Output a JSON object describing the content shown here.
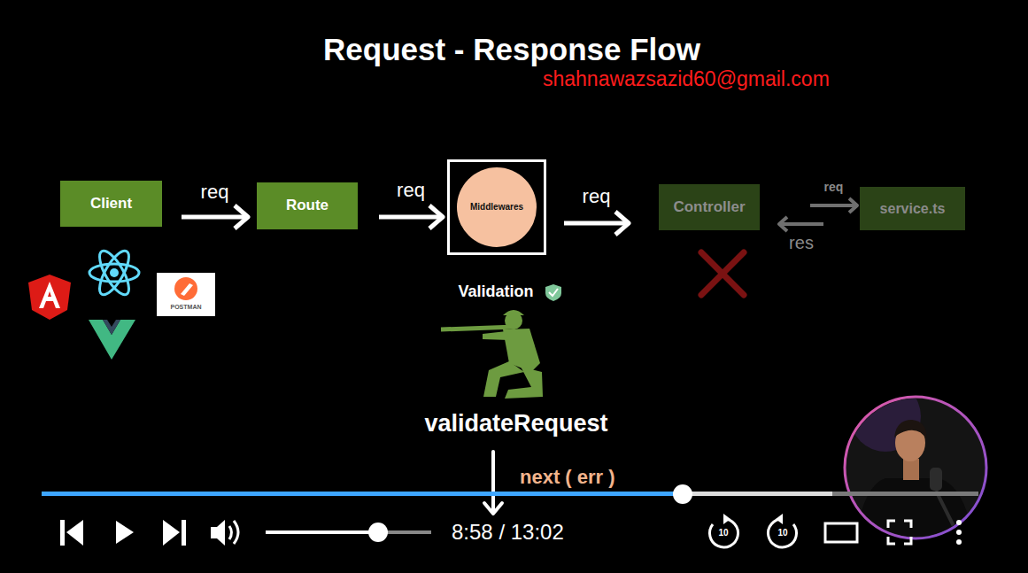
{
  "diagram": {
    "title": "Request - Response Flow",
    "nodes": [
      {
        "text": [
          "Client"
        ]
      },
      {
        "text": [
          "Route"
        ]
      },
      {
        "text": [
          "Middlewares"
        ]
      },
      {
        "text": [
          "Controller"
        ]
      },
      {
        "text": [
          "service.ts"
        ]
      }
    ],
    "edges": [
      {
        "from": 0,
        "to": 1,
        "label": "req",
        "arrow": "to"
      },
      {
        "from": 1,
        "to": 2,
        "label": "req",
        "arrow": "to"
      },
      {
        "from": 2,
        "to": 3,
        "label": "req",
        "arrow": "to"
      },
      {
        "from": 3,
        "to": 4,
        "label": "req",
        "arrow": "to"
      },
      {
        "from": 4,
        "to": 3,
        "label": "res",
        "arrow": "to"
      }
    ],
    "labels": [
      "shahnawazsazid60@gmail.com",
      "POSTMAN",
      "Validation",
      "validateRequest",
      "next ( err )",
      "8:58 / 13:02",
      "10",
      "10"
    ]
  }
}
